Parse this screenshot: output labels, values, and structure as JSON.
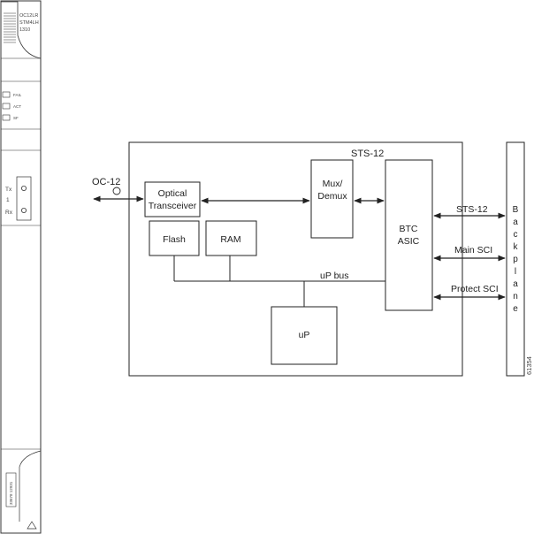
{
  "card": {
    "part_lines": [
      "OC12LR",
      "STM4LH",
      "1310"
    ],
    "leds": [
      "FAIL",
      "ACT",
      "SF"
    ],
    "port_labels": [
      "Tx",
      "1",
      "Rx"
    ],
    "bottom_code": "33678 12931"
  },
  "diagram": {
    "oc_label": "OC-12",
    "sts_top_label": "STS-12",
    "optical_line1": "Optical",
    "optical_line2": "Transceiver",
    "mux_line1": "Mux/",
    "mux_line2": "Demux",
    "flash": "Flash",
    "ram": "RAM",
    "btc_line1": "BTC",
    "btc_line2": "ASIC",
    "up_bus": "uP bus",
    "up": "uP",
    "sts_right_label": "STS-12",
    "main_sci": "Main SCI",
    "protect_sci": "Protect SCI",
    "backplane": [
      "B",
      "a",
      "c",
      "k",
      "p",
      "l",
      "a",
      "n",
      "e"
    ],
    "figure_id": "61354"
  },
  "colors": {
    "stroke": "#222222",
    "card_stroke": "#333333",
    "text": "#222222"
  }
}
